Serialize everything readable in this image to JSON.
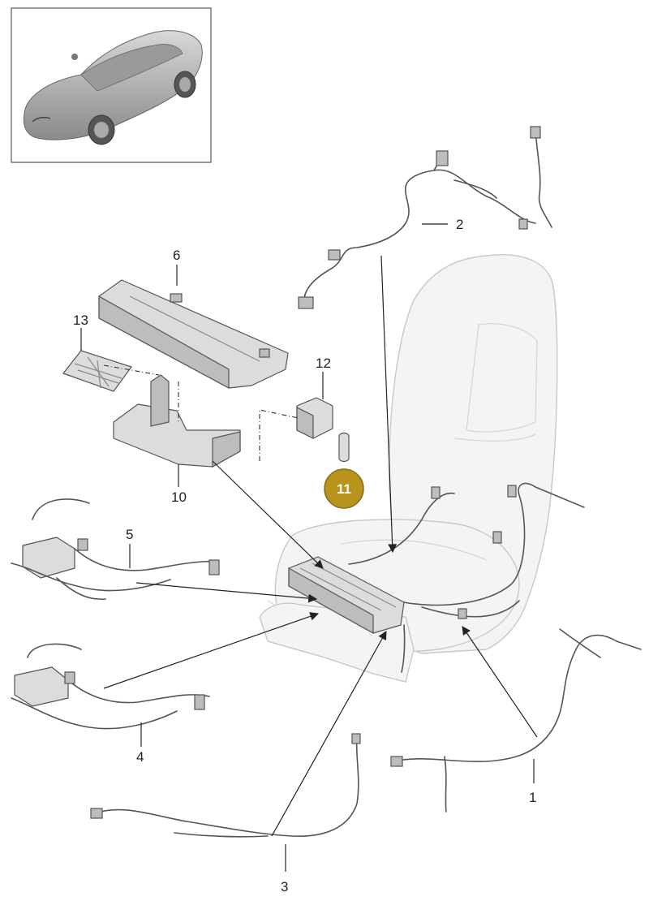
{
  "callouts": [
    {
      "id": "callout-1",
      "label": "1"
    },
    {
      "id": "callout-2",
      "label": "2"
    },
    {
      "id": "callout-3",
      "label": "3"
    },
    {
      "id": "callout-4",
      "label": "4"
    },
    {
      "id": "callout-5",
      "label": "5"
    },
    {
      "id": "callout-6",
      "label": "6"
    },
    {
      "id": "callout-10",
      "label": "10"
    },
    {
      "id": "callout-12",
      "label": "12"
    },
    {
      "id": "callout-13",
      "label": "13"
    }
  ],
  "highlight": {
    "label": "11",
    "color": "#b8941c"
  },
  "colors": {
    "badge": "#b8941c",
    "line": "#222222",
    "part": "#dcdcdc",
    "seat": "#f4f4f4"
  }
}
